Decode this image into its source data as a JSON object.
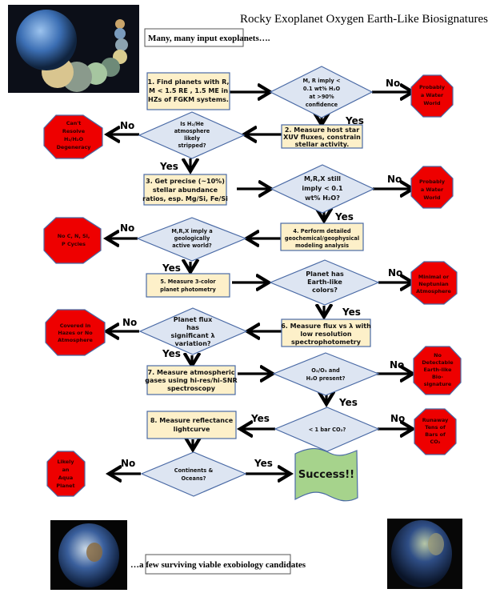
{
  "title": "Rocky Exoplanet Oxygen Earth-Like Biosignatures",
  "top_note": "Many, many input exoplanets….",
  "bottom_note": "…a few surviving viable exobiology candidates",
  "images": {
    "top_left": "exoplanet-lineup-image",
    "bottom_left": "earth-image",
    "bottom_right": "simulated-exoplanet-image"
  },
  "colors": {
    "process_fill": "#fdf0c9",
    "decision_fill": "#dde5f2",
    "stop_fill": "#ee0000",
    "success_fill": "#a6d38c",
    "outline": "#4a6aa5"
  },
  "labels": {
    "yes": "Yes",
    "no": "No"
  },
  "steps": {
    "s1": [
      "1. Find planets with R,",
      "M < 1.5 RE , 1.5 ME in",
      "HZs of FGKM systems."
    ],
    "s2": [
      "2. Measure host star",
      "XUV fluxes, constrain",
      "stellar activity."
    ],
    "s3": [
      "3. Get precise (~10%)",
      "stellar abundance",
      "ratios, esp. Mg/Si, Fe/Si"
    ],
    "s4": [
      "4. Perform detailed",
      "geochemical/geophysical",
      "modeling analysis"
    ],
    "s5": [
      "5.  Measure 3-color",
      "planet photometry"
    ],
    "s6": [
      "6.  Measure flux vs λ with",
      "low resolution",
      "spectrophotometry"
    ],
    "s7": [
      "7. Measure atmospheric",
      "gases using hi-res/hi-SNR",
      "spectroscopy"
    ],
    "s8": [
      "8. Measure reflectance",
      "lightcurve"
    ]
  },
  "decisions": {
    "d1": [
      "M, R imply <",
      "0.1 wt% H₂O",
      "at >90%",
      "confidence"
    ],
    "d2": [
      "Is H₂/He",
      "atmosphere",
      "likely",
      "stripped?"
    ],
    "d3": [
      "M,R,X still",
      "imply < 0.1",
      "wt% H₂O?"
    ],
    "d4": [
      "M,R,X imply a",
      "geologically",
      "active world?"
    ],
    "d5": [
      "Planet has",
      "Earth-like",
      "colors?"
    ],
    "d6": [
      "Planet flux",
      "has",
      "significant λ",
      "variation?"
    ],
    "d7": [
      "O₂/O₃ and",
      "H₂O present?"
    ],
    "d8": [
      "< 1 bar CO₂?"
    ],
    "d9": [
      "Continents &",
      "Oceans?"
    ]
  },
  "outcomes": {
    "o1": [
      "Probably",
      "a Water",
      "World"
    ],
    "o2": [
      "Can't",
      "Resolve",
      "H₂/H₂O",
      "Degeneracy"
    ],
    "o3": [
      "Probably",
      "a Water",
      "World"
    ],
    "o4": [
      "No C, N, Si,",
      "P Cycles"
    ],
    "o5": [
      "Minimal or",
      "Neptunian",
      "Atmosphere"
    ],
    "o6": [
      "Covered in",
      "Hazes or No",
      "Atmosphere"
    ],
    "o7": [
      "No",
      "Detectable",
      "Earth-like",
      "Bio-",
      "signature"
    ],
    "o8": [
      "Runaway",
      "Tens of",
      "Bars of",
      "CO₂"
    ],
    "o9": [
      "Likely",
      "an",
      "Aqua",
      "Planet"
    ]
  },
  "success": "Success!!"
}
